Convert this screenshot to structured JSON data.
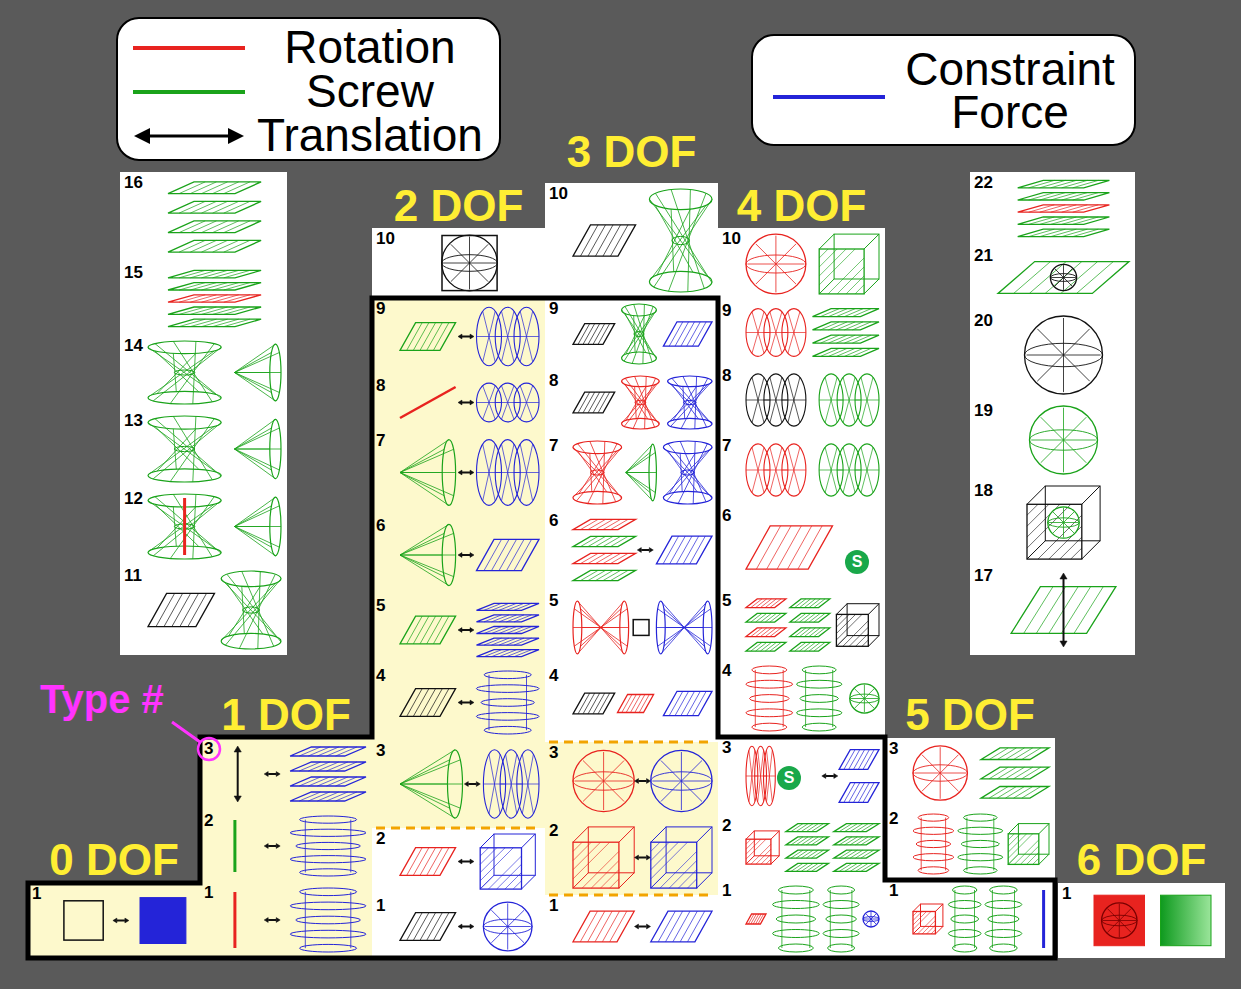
{
  "diagram": {
    "nodes": [
      {
        "text": [
          "16"
        ]
      },
      {
        "text": [
          "15"
        ]
      },
      {
        "text": [
          "14"
        ]
      },
      {
        "text": [
          "13"
        ]
      },
      {
        "text": [
          "12"
        ]
      },
      {
        "text": [
          "11"
        ]
      },
      {
        "text": [
          "0 DOF"
        ]
      },
      {
        "text": [
          "1"
        ],
        "in": 6
      },
      {
        "text": [
          "1 DOF"
        ]
      },
      {
        "text": [
          "3"
        ],
        "in": 8
      },
      {
        "text": [
          "2"
        ],
        "in": 8
      },
      {
        "text": [
          "1"
        ],
        "in": 8
      },
      {
        "text": [
          "2 DOF"
        ]
      },
      {
        "text": [
          "10"
        ],
        "in": 12
      },
      {
        "text": [
          "9"
        ],
        "in": 12
      },
      {
        "text": [
          "8"
        ],
        "in": 12
      },
      {
        "text": [
          "7"
        ],
        "in": 12
      },
      {
        "text": [
          "6"
        ],
        "in": 12
      },
      {
        "text": [
          "5"
        ],
        "in": 12
      },
      {
        "text": [
          "4"
        ],
        "in": 12
      },
      {
        "text": [
          "3"
        ],
        "in": 12
      },
      {
        "text": [
          "2"
        ],
        "in": 12
      },
      {
        "text": [
          "1"
        ],
        "in": 12
      },
      {
        "text": [
          "3 DOF"
        ]
      },
      {
        "text": [
          "10"
        ],
        "in": 23
      },
      {
        "text": [
          "9"
        ],
        "in": 23
      },
      {
        "text": [
          "8"
        ],
        "in": 23
      },
      {
        "text": [
          "7"
        ],
        "in": 23
      },
      {
        "text": [
          "6"
        ],
        "in": 23
      },
      {
        "text": [
          "5"
        ],
        "in": 23
      },
      {
        "text": [
          "4"
        ],
        "in": 23
      },
      {
        "text": [
          "3"
        ],
        "in": 23
      },
      {
        "text": [
          "2"
        ],
        "in": 23
      },
      {
        "text": [
          "1"
        ],
        "in": 23
      },
      {
        "text": [
          "4 DOF"
        ]
      },
      {
        "text": [
          "10"
        ],
        "in": 34
      },
      {
        "text": [
          "9"
        ],
        "in": 34
      },
      {
        "text": [
          "8"
        ],
        "in": 34
      },
      {
        "text": [
          "7"
        ],
        "in": 34
      },
      {
        "text": [
          "6"
        ],
        "in": 34
      },
      {
        "text": [
          "5"
        ],
        "in": 34
      },
      {
        "text": [
          "4"
        ],
        "in": 34
      },
      {
        "text": [
          "3"
        ],
        "in": 34
      },
      {
        "text": [
          "2"
        ],
        "in": 34
      },
      {
        "text": [
          "1"
        ],
        "in": 34
      },
      {
        "text": [
          "5 DOF"
        ]
      },
      {
        "text": [
          "3"
        ],
        "in": 45
      },
      {
        "text": [
          "2"
        ],
        "in": 45
      },
      {
        "text": [
          "1"
        ],
        "in": 45
      },
      {
        "text": [
          "6 DOF"
        ]
      },
      {
        "text": [
          "1"
        ],
        "in": 49
      },
      {
        "text": [
          "22"
        ]
      },
      {
        "text": [
          "21"
        ]
      },
      {
        "text": [
          "20"
        ]
      },
      {
        "text": [
          "19"
        ]
      },
      {
        "text": [
          "18"
        ]
      },
      {
        "text": [
          "17"
        ]
      }
    ],
    "labels": [
      "Type #",
      "S",
      "S"
    ],
    "legend": [
      {
        "text": "Rotation",
        "color": "#e8231f"
      },
      {
        "text": "Screw",
        "color": "#1aa31a"
      },
      {
        "text": "Translation"
      },
      {
        "text": "Constraint Force",
        "color": "#2424d8"
      }
    ]
  }
}
